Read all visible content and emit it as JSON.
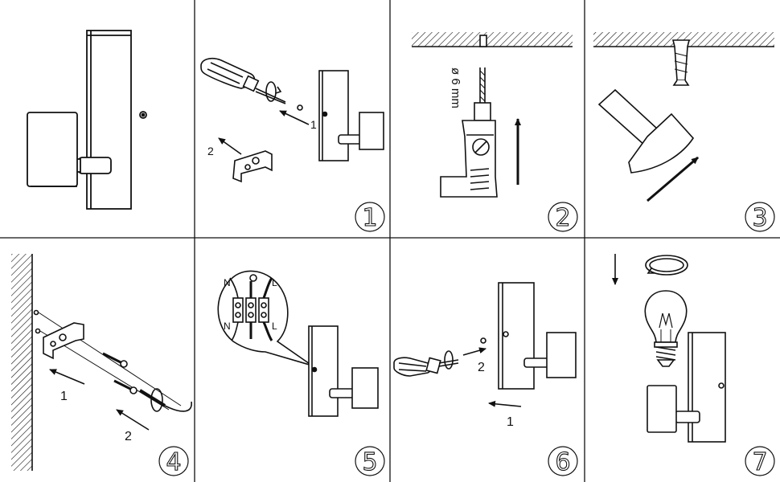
{
  "panels": [
    {
      "step": ""
    },
    {
      "step": "1",
      "arrow_labels": [
        "1",
        "2"
      ]
    },
    {
      "step": "2",
      "drill_label": "ø 6 mm"
    },
    {
      "step": "3"
    },
    {
      "step": "4",
      "arrow_labels": [
        "1",
        "2"
      ]
    },
    {
      "step": "5",
      "wire_labels": {
        "neutral": "N",
        "live": "L"
      }
    },
    {
      "step": "6",
      "arrow_labels": [
        "2",
        "1"
      ]
    },
    {
      "step": "7"
    }
  ],
  "colors": {
    "line": "#111111",
    "background": "#ffffff"
  }
}
